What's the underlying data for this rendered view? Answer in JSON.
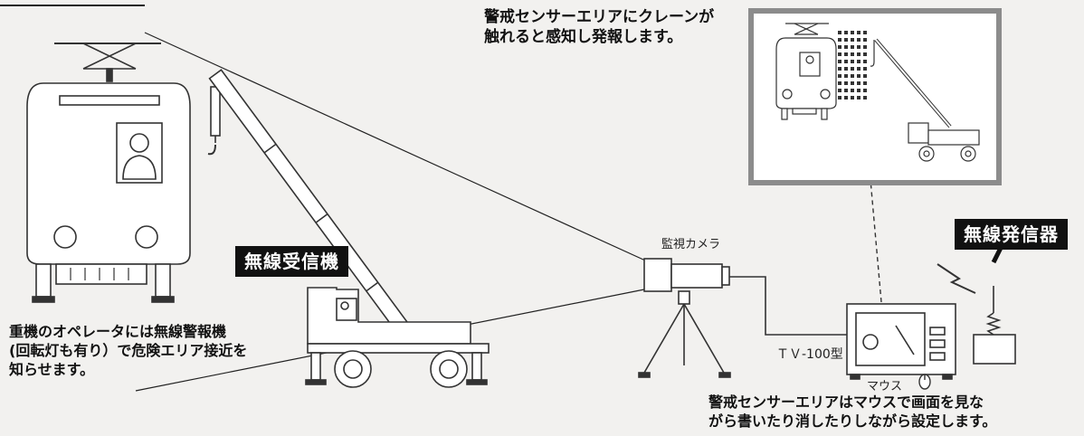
{
  "labels": {
    "sensor_touch": "警戒センサーエリアにクレーンが\n触れると感知し発報します。",
    "operator_alert": "重機のオペレータには無線警報機\n(回転灯も有り）で危険エリア接近を\n知らせます。",
    "area_setting": "警戒センサーエリアはマウスで画面を見な\nがら書いたり消したりしながら設定します。",
    "receiver": "無線受信機",
    "transmitter": "無線発信器",
    "camera": "監視カメラ",
    "monitor_model": "ＴＶ-100型",
    "mouse": "マウス"
  }
}
